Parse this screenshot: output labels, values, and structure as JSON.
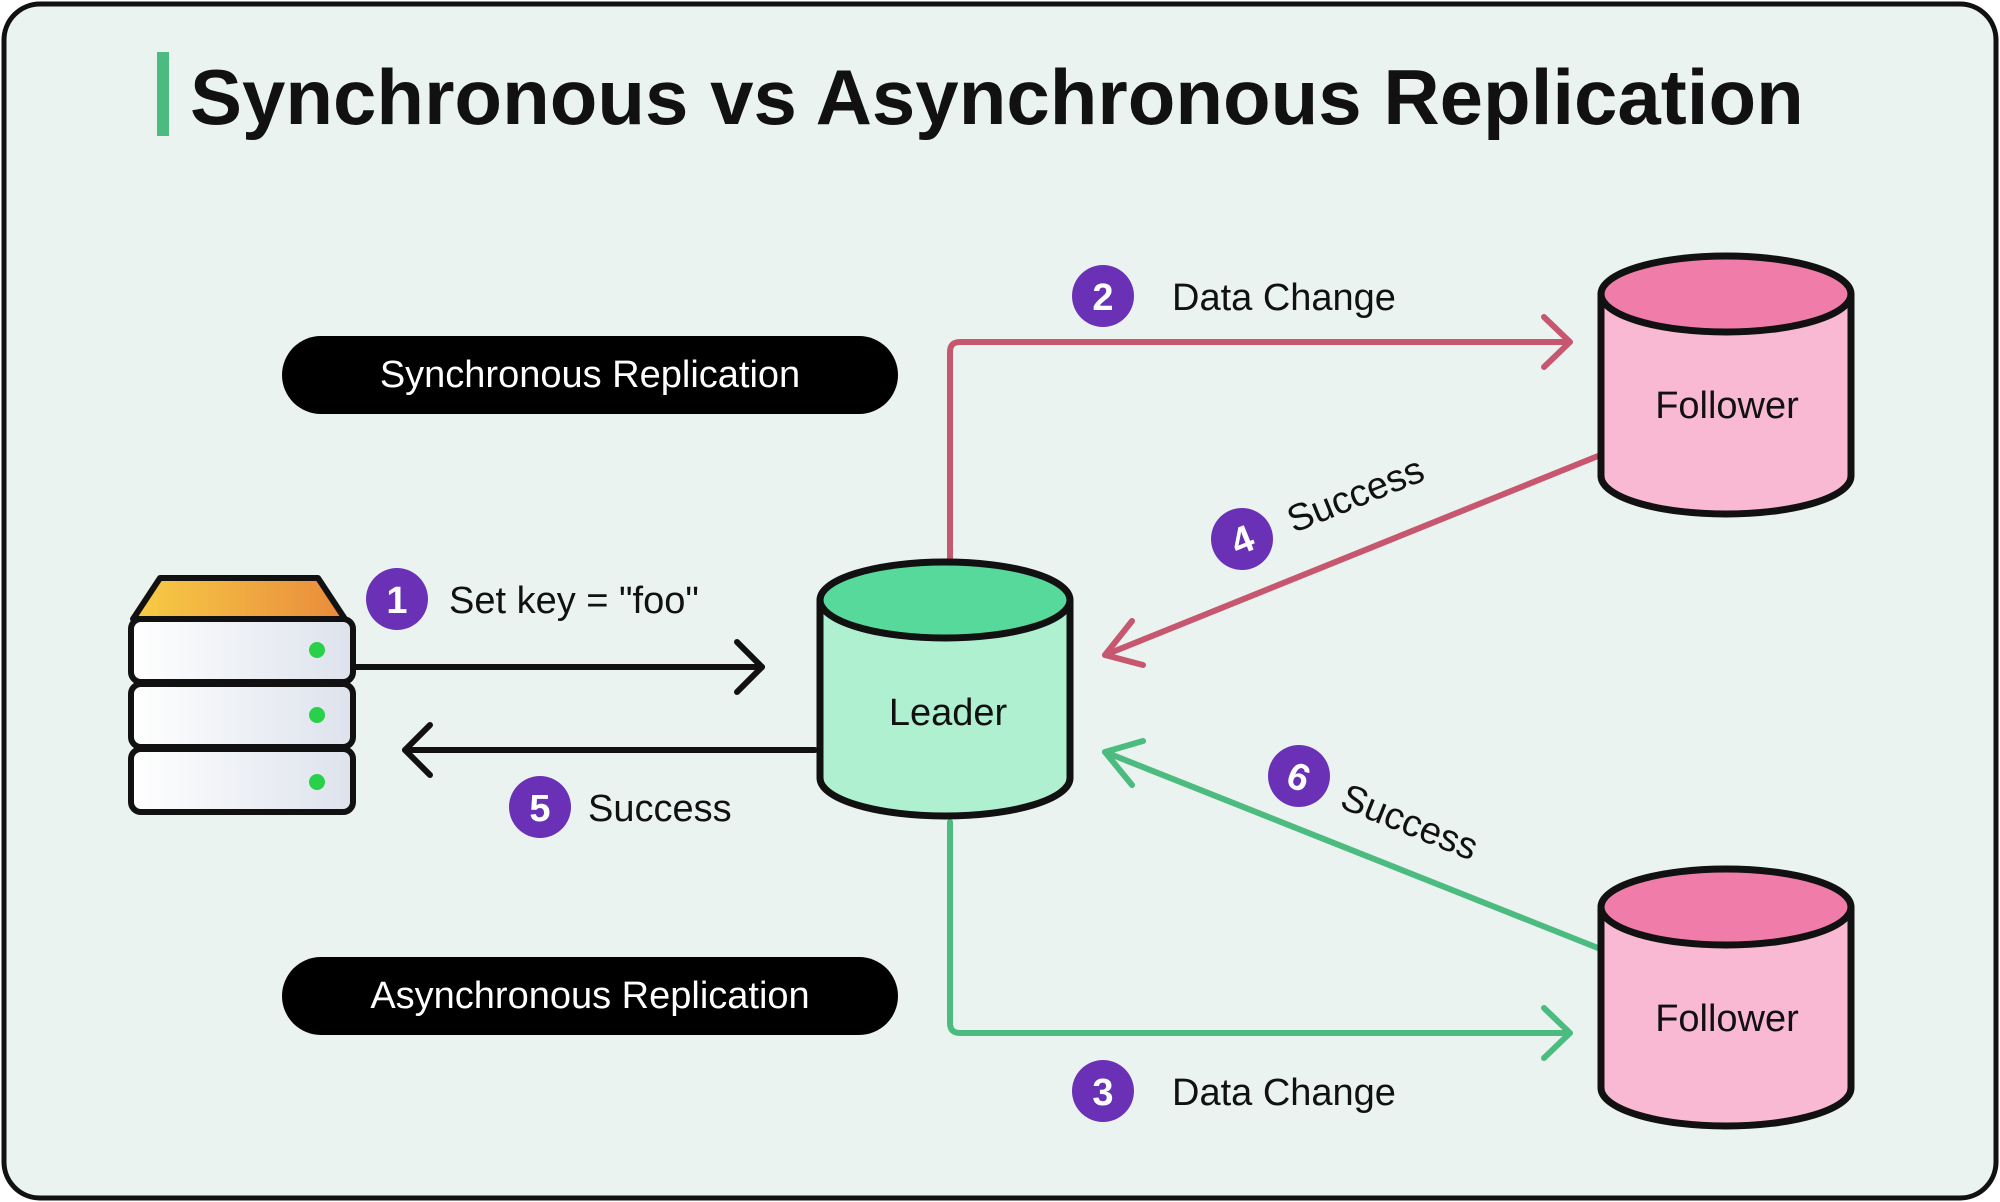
{
  "title": "Synchronous vs Asynchronous Replication",
  "pills": {
    "sync": "Synchronous Replication",
    "async": "Asynchronous Replication"
  },
  "nodes": {
    "leader": "Leader",
    "follower_top": "Follower",
    "follower_bottom": "Follower"
  },
  "steps": [
    {
      "num": "1",
      "label": "Set key = \"foo\""
    },
    {
      "num": "2",
      "label": "Data Change"
    },
    {
      "num": "3",
      "label": "Data Change"
    },
    {
      "num": "4",
      "label": "Success"
    },
    {
      "num": "5",
      "label": "Success"
    },
    {
      "num": "6",
      "label": "Success"
    }
  ],
  "colors": {
    "background": "#eaf3ef",
    "accent_bar": "#4cbb7f",
    "sync_arrow": "#c7566f",
    "async_arrow": "#4cbb7f",
    "badge": "#6a31b6",
    "leader_top": "#56d99a",
    "leader_body": "#aef0cf",
    "follower_top": "#f07ca9",
    "follower_body": "#f9b9d3",
    "pill": "#000000"
  }
}
